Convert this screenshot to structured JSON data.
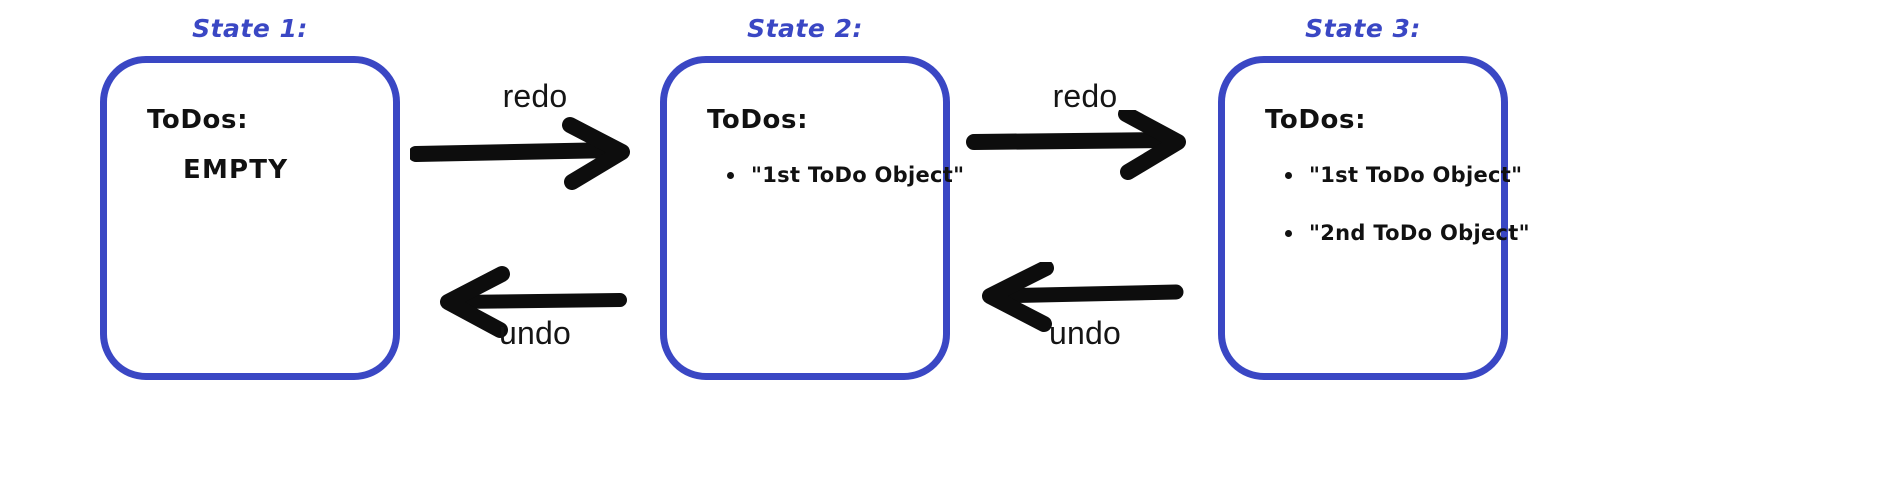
{
  "diagram": {
    "title": "Undo/Redo ToDo state transitions",
    "background_color": "#ffffff",
    "accent_color": "#3a47c4",
    "text_color": "#111111"
  },
  "states": [
    {
      "label": "State 1:",
      "heading": "ToDos:",
      "empty_text": "EMPTY",
      "items": []
    },
    {
      "label": "State 2:",
      "heading": "ToDos:",
      "empty_text": "",
      "items": [
        "\"1st ToDo Object\""
      ]
    },
    {
      "label": "State 3:",
      "heading": "ToDos:",
      "empty_text": "",
      "items": [
        "\"1st ToDo Object\"",
        "\"2nd ToDo Object\""
      ]
    }
  ],
  "connectors": [
    {
      "forward_label": "redo",
      "backward_label": "undo"
    },
    {
      "forward_label": "redo",
      "backward_label": "undo"
    }
  ]
}
